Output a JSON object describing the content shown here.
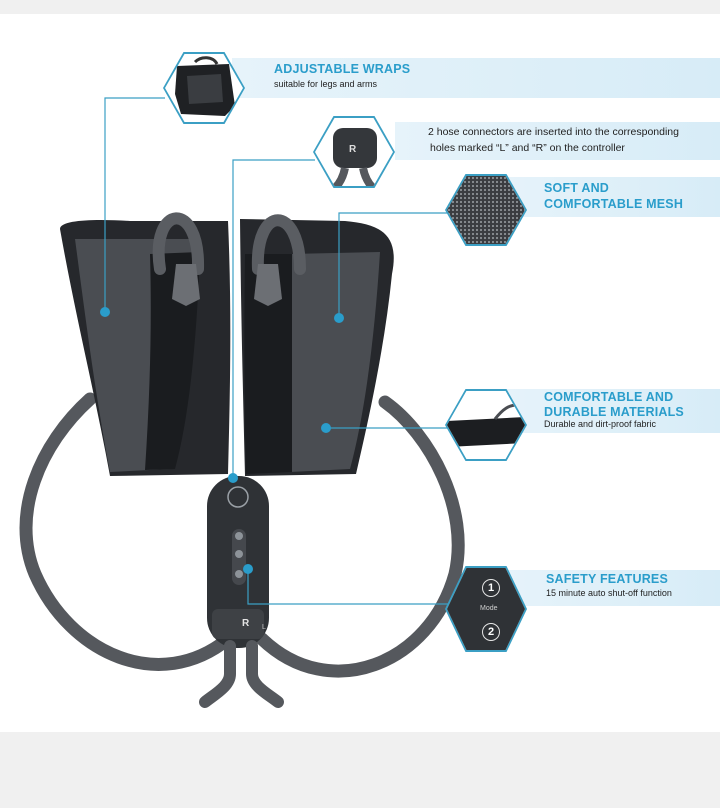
{
  "features": {
    "wraps": {
      "title": "ADJUSTABLE WRAPS",
      "subtitle": "suitable for legs and arms"
    },
    "hose": {
      "line1": "2 hose connectors are inserted into the corresponding",
      "line2": "holes marked “L” and “R” on the controller"
    },
    "mesh": {
      "title_line1": "SOFT AND",
      "title_line2": "COMFORTABLE MESH"
    },
    "materials": {
      "title_line1": "COMFORTABLE AND",
      "title_line2": "DURABLE MATERIALS",
      "subtitle": "Durable and dirt-proof fabric"
    },
    "safety": {
      "title": "SAFETY FEATURES",
      "subtitle": "15 minute auto shut-off function"
    }
  },
  "controller": {
    "port_right": "R",
    "port_left": "L",
    "mode_label": "Mode",
    "button_one": "1",
    "button_two": "2"
  },
  "colors": {
    "accent": "#2a9dcb",
    "band": "#dcedf7",
    "product": "#3a3d42"
  }
}
